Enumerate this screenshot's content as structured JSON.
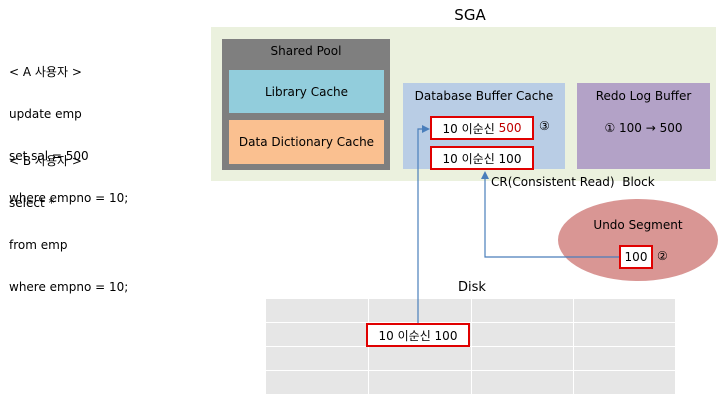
{
  "sga": {
    "title": "SGA",
    "shared_pool": {
      "title": "Shared Pool",
      "library_cache": "Library Cache",
      "data_dictionary_cache": "Data Dictionary Cache"
    },
    "buffer_cache": {
      "title": "Database Buffer Cache",
      "current_block": {
        "prefix": "10 이순신 ",
        "value": "500",
        "marker": "③"
      },
      "cr_block": "10 이순신 100"
    },
    "redo_log_buffer": {
      "title": "Redo Log Buffer",
      "entry": "① 100 → 500"
    }
  },
  "cr_block_label": "CR(Consistent Read)  Block",
  "undo_segment": {
    "title": "Undo Segment",
    "value": "100",
    "marker": "②"
  },
  "disk": {
    "label": "Disk",
    "block": "10 이순신 100"
  },
  "user_a": {
    "header": "< A 사용자 >",
    "lines": [
      "update emp",
      "set sal = 500",
      "where empno = 10;"
    ]
  },
  "user_b": {
    "header": "< B 사용자 >",
    "lines": [
      "select *",
      "from emp",
      "where empno = 10;"
    ]
  },
  "colors": {
    "sga_bg": "#ebf1de",
    "shared_pool": "#7f7f7f",
    "library_cache": "#92cddc",
    "data_dictionary_cache": "#fac090",
    "buffer_cache": "#b9cde5",
    "redo_log_buffer": "#b3a2c7",
    "undo_segment": "#d99694",
    "highlight_border": "#e00000",
    "changed_value": "#c00000",
    "arrow": "#4a7ebb",
    "disk": "#e6e6e6"
  }
}
